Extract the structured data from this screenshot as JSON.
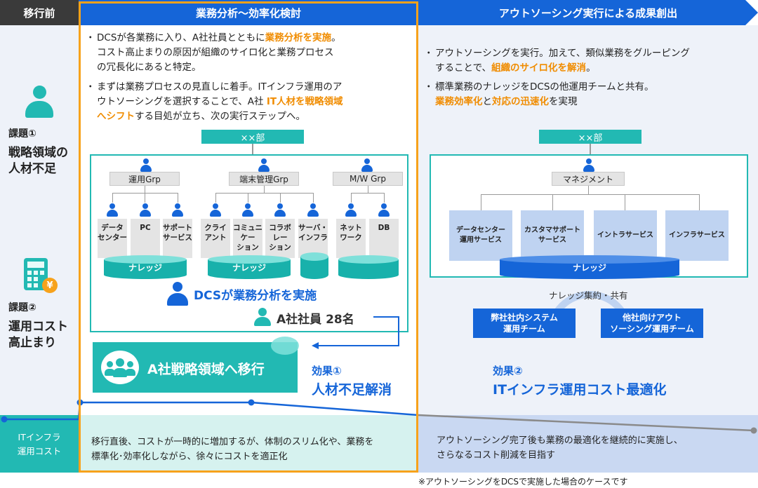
{
  "headers": {
    "before": "移行前",
    "middle": "業務分析～効率化検討",
    "right": "アウトソーシング実行による成果創出"
  },
  "left_column": {
    "issue1_no": "課題①",
    "issue1_title_l1": "戦略領域の",
    "issue1_title_l2": "人材不足",
    "issue2_no": "課題②",
    "issue2_title_l1": "運用コスト",
    "issue2_title_l2": "高止まり",
    "cost_label_l1": "ITインフラ",
    "cost_label_l2": "運用コスト",
    "yen_symbol": "¥"
  },
  "middle": {
    "b1_l1a": "DCSが各業務に入り、A社社員とともに",
    "b1_l1b": "業務分析を実施",
    "b1_l1c": "。",
    "b1_l2": "コスト高止まりの原因が組織のサイロ化と業務プロセス",
    "b1_l3": "の冗長化にあると特定。",
    "b2_l1": "まずは業務プロセスの見直しに着手。ITインフラ運用のア",
    "b2_l2a": "ウトソーシングを選択することで、A社",
    "b2_l2b": "IT人材を戦略領域",
    "b2_l3a": "へシフト",
    "b2_l3b": "する目処が立ち、次の実行ステップへ。",
    "dept": "××部",
    "groups": [
      "運用Grp",
      "端末管理Grp",
      "M/W Grp"
    ],
    "units": [
      [
        "データ",
        "センター"
      ],
      [
        "PC"
      ],
      [
        "サポート",
        "サービス"
      ],
      [
        "クライ",
        "アント"
      ],
      [
        "コミュニ",
        "ケー",
        "ション"
      ],
      [
        "コラボ",
        "レー",
        "ション"
      ],
      [
        "サーバ・",
        "インフラ"
      ],
      [
        "ネット",
        "ワーク"
      ],
      [
        "DB"
      ]
    ],
    "knowledge": "ナレッジ",
    "dcs_text": "DCSが業務分析を実施",
    "staff_text": "A社社員 28名",
    "move_text": "A社戦略領域へ移行",
    "effect_no": "効果①",
    "effect_title": "人材不足解消",
    "footer_l1": "移行直後、コストが一時的に増加するが、体制のスリム化や、業務を",
    "footer_l2": "標準化･効率化しながら、徐々にコストを適正化"
  },
  "right": {
    "b1_l1": "アウトソーシングを実行。加えて、類似業務をグルーピング",
    "b1_l2a": "することで、",
    "b1_l2b": "組織のサイロ化を解消",
    "b1_l2c": "。",
    "b2_l1": "標準業務のナレッジをDCSの他運用チームと共有。",
    "b2_l2a": "業務効率化",
    "b2_l2b": "と",
    "b2_l2c": "対応の迅速化",
    "b2_l2d": "を実現",
    "dept": "××部",
    "mgmt": "マネジメント",
    "services": [
      [
        "データセンター",
        "運用サービス"
      ],
      [
        "カスタマサポート",
        "サービス"
      ],
      [
        "イントラサービス"
      ],
      [
        "インフラサービス"
      ]
    ],
    "knowledge": "ナレッジ",
    "share_text": "ナレッジ集約・共有",
    "team1": [
      "弊社社内システム",
      "運用チーム"
    ],
    "team2": [
      "他社向けアウト",
      "ソーシング運用チーム"
    ],
    "effect_no": "効果②",
    "effect_title": "ITインフラ運用コスト最適化",
    "footer_l1": "アウトソーシング完了後も業務の最適化を継続的に実施し、",
    "footer_l2": "さらなるコスト削減を目指す"
  },
  "note": "※アウトソーシングをDCSで実施した場合のケースです",
  "colors": {
    "navy": "#2e3a57",
    "orange": "#f7a21b",
    "blue": "#1565d8",
    "teal": "#22b9b3",
    "light_teal": "#d6f2ef",
    "light_blue": "#bfd3f1",
    "grey_line": "#8a8a8a"
  }
}
